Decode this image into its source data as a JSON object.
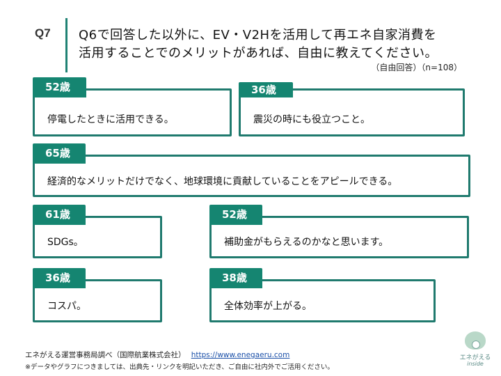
{
  "header": {
    "question_no": "Q7",
    "question_line1": "Q6で回答した以外に、EV・V2Hを活用して再エネ自家消費を",
    "question_line2": "活用することでのメリットがあれば、自由に教えてください。",
    "meta": "（自由回答）（n=108）"
  },
  "responses": [
    {
      "age": "52歳",
      "text": "停電したときに活用できる。"
    },
    {
      "age": "36歳",
      "text": "震災の時にも役立つこと。"
    },
    {
      "age": "65歳",
      "text": "経済的なメリットだけでなく、地球環境に貢献していることをアピールできる。"
    },
    {
      "age": "61歳",
      "text": "SDGs。"
    },
    {
      "age": "52歳",
      "text": "補助金がもらえるのかなと思います。"
    },
    {
      "age": "36歳",
      "text": "コスパ。"
    },
    {
      "age": "38歳",
      "text": "全体効率が上がる。"
    }
  ],
  "footer": {
    "source": "エネがえる運営事務局調べ（国際航業株式会社）",
    "link": "https://www.enegaeru.com",
    "note": "※データやグラフにつきましては、出典先・リンクを明記いただき、ご自由に社内外でご活用ください。"
  },
  "logo": {
    "line1": "エネがえる",
    "line2": "inside"
  },
  "colors": {
    "accent": "#158571",
    "border": "#1f7a6e"
  }
}
